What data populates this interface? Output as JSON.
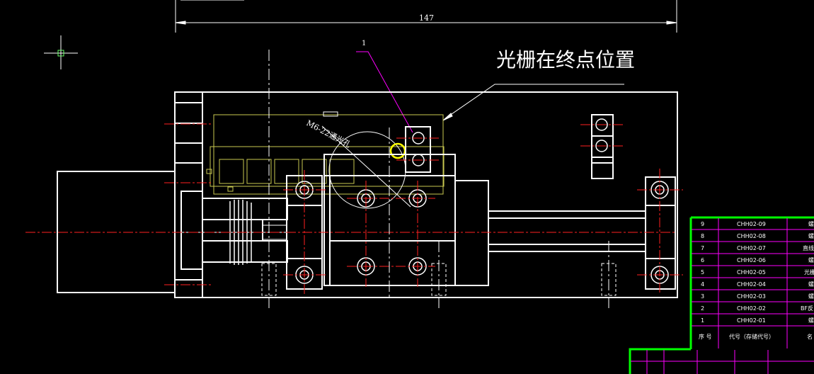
{
  "drawing": {
    "dimension_147": "147",
    "callout_label": "光栅在终点位置",
    "hole_label": "M6-22通光孔",
    "balloon_number": "1"
  },
  "bom": {
    "rows": [
      {
        "num": "9",
        "code": "CHH02-09",
        "name": "螺"
      },
      {
        "num": "8",
        "code": "CHH02-08",
        "name": "螺"
      },
      {
        "num": "7",
        "code": "CHH02-07",
        "name": "直线"
      },
      {
        "num": "6",
        "code": "CHH02-06",
        "name": "螺"
      },
      {
        "num": "5",
        "code": "CHH02-05",
        "name": "光栅"
      },
      {
        "num": "4",
        "code": "CHH02-04",
        "name": "螺"
      },
      {
        "num": "3",
        "code": "CHH02-03",
        "name": "螺"
      },
      {
        "num": "2",
        "code": "CHH02-02",
        "name": "BF反"
      },
      {
        "num": "1",
        "code": "CHH02-01",
        "name": "螺"
      }
    ],
    "header": {
      "num": "序 号",
      "code": "代号（存储代号）",
      "name": "名"
    }
  },
  "colors": {
    "line": "#ffffff",
    "center": "#ff2020",
    "frame": "#00ff00",
    "grid": "#ff00ff",
    "leader": "#ff00ff",
    "marker": "#ffff00",
    "hidden": "#c8c850"
  }
}
